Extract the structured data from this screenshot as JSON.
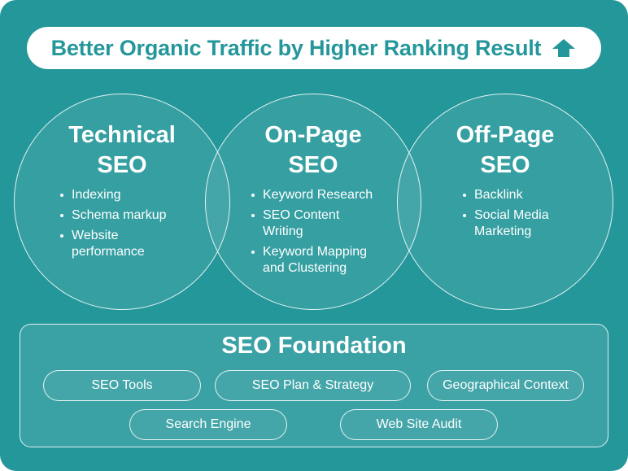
{
  "header": {
    "title": "Better Organic Traffic by Higher Ranking Result",
    "icon": "up-arrow-icon"
  },
  "circles": [
    {
      "title_line1": "Technical",
      "title_line2": "SEO",
      "items": [
        "Indexing",
        "Schema markup",
        "Website performance"
      ]
    },
    {
      "title_line1": "On-Page",
      "title_line2": "SEO",
      "items": [
        "Keyword Research",
        "SEO Content Writing",
        "Keyword Mapping and Clustering"
      ]
    },
    {
      "title_line1": "Off-Page",
      "title_line2": "SEO",
      "items": [
        "Backlink",
        "Social Media Marketing"
      ]
    }
  ],
  "foundation": {
    "title": "SEO Foundation",
    "pills": [
      "SEO Tools",
      "SEO Plan & Strategy",
      "Geographical Context",
      "Search Engine",
      "Web Site Audit"
    ]
  },
  "colors": {
    "background": "#24979b",
    "header_text": "#24979b",
    "foreground": "#ffffff"
  }
}
